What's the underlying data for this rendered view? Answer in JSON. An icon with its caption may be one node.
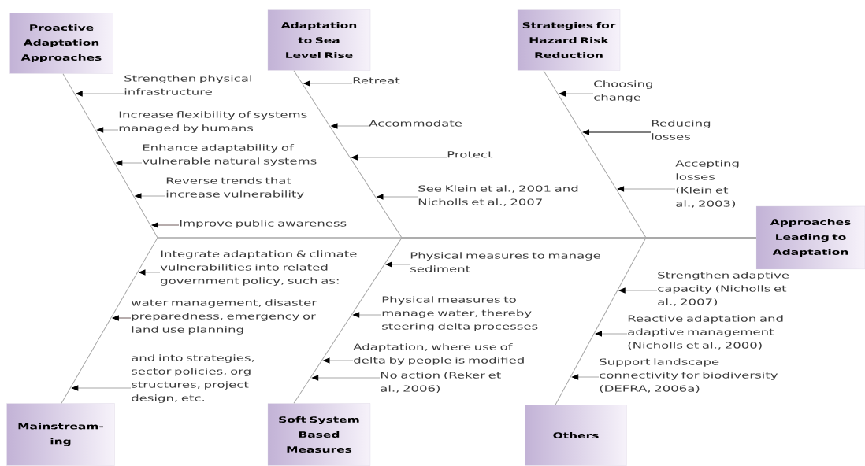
{
  "diagram": {
    "nodes": [
      {
        "text": [
          "Proactive Adaptation Approaches"
        ]
      },
      {
        "text": [
          "Strengthen physical infrastructure"
        ]
      },
      {
        "text": [
          "Increase flexibility of systems managed by humans"
        ]
      },
      {
        "text": [
          "Enhance adaptability of vulnerable natural systems"
        ]
      },
      {
        "text": [
          "Reverse trends that increase vulnerability"
        ]
      },
      {
        "text": [
          "Improve public awareness"
        ]
      },
      {
        "text": [
          "Adaptation to Sea Level Rise"
        ]
      },
      {
        "text": [
          "Retreat"
        ]
      },
      {
        "text": [
          "Accommodate"
        ]
      },
      {
        "text": [
          "Protect"
        ]
      },
      {
        "text": [
          "See Klein et al., 2001 and Nicholls et al., 2007"
        ]
      },
      {
        "text": [
          "Strategies for Hazard Risk Reduction"
        ]
      },
      {
        "text": [
          "Choosing change"
        ]
      },
      {
        "text": [
          "Reducing losses"
        ]
      },
      {
        "text": [
          "Accepting losses (Klein et al., 2003)"
        ]
      },
      {
        "text": [
          "Approaches Leading to Adaptation"
        ]
      },
      {
        "text": [
          "Mainstream-ing"
        ]
      },
      {
        "text": [
          "Integrate adaptation & climate vulnerabilities into related government policy, such as:"
        ]
      },
      {
        "text": [
          "water management, disaster preparedness, emergency or land use planning"
        ]
      },
      {
        "text": [
          "and into strategies, sector policies, org structures, project design, etc."
        ]
      },
      {
        "text": [
          "Soft System Based Measures"
        ]
      },
      {
        "text": [
          "Physical measures to manage sediment"
        ]
      },
      {
        "text": [
          "Physical measures to manage water, thereby steering delta processes"
        ]
      },
      {
        "text": [
          "Adaptation, where use of delta by people is modified"
        ]
      },
      {
        "text": [
          "No action (Reker et al., 2006)"
        ]
      },
      {
        "text": [
          "Others"
        ]
      },
      {
        "text": [
          "Strengthen adaptive capacity (Nicholls et al., 2007)"
        ]
      },
      {
        "text": [
          "Reactive adaptation and adaptive management (Nicholls et al., 2000)"
        ]
      },
      {
        "text": [
          "Support landscape connectivity for biodiversity (DEFRA, 2006a)"
        ]
      }
    ],
    "edges": [
      {
        "from": 0,
        "to": 15,
        "arrow": "none"
      },
      {
        "from": 6,
        "to": 15,
        "arrow": "none"
      },
      {
        "from": 11,
        "to": 15,
        "arrow": "none"
      },
      {
        "from": 16,
        "to": 15,
        "arrow": "none"
      },
      {
        "from": 20,
        "to": 15,
        "arrow": "none"
      },
      {
        "from": 25,
        "to": 15,
        "arrow": "none"
      },
      {
        "from": 1,
        "to": null,
        "arrow": "to"
      },
      {
        "from": 2,
        "to": null,
        "arrow": "to"
      },
      {
        "from": 3,
        "to": null,
        "arrow": "to"
      },
      {
        "from": 4,
        "to": null,
        "arrow": "to"
      },
      {
        "from": 5,
        "to": null,
        "arrow": "to",
        "color": "#6e5a5a"
      },
      {
        "from": 7,
        "to": null,
        "arrow": "to"
      },
      {
        "from": 8,
        "to": null,
        "arrow": "to"
      },
      {
        "from": 9,
        "to": null,
        "arrow": "to"
      },
      {
        "from": 10,
        "to": null,
        "arrow": "to"
      },
      {
        "from": 12,
        "to": null,
        "arrow": "to"
      },
      {
        "from": 13,
        "to": null,
        "arrow": "to",
        "color": "#000000"
      },
      {
        "from": 14,
        "to": null,
        "arrow": "to"
      },
      {
        "from": 17,
        "to": null,
        "arrow": "to"
      },
      {
        "from": 18,
        "to": null,
        "arrow": "to",
        "color": "#6e5a5a"
      },
      {
        "from": 19,
        "to": null,
        "arrow": "to"
      },
      {
        "from": 21,
        "to": null,
        "arrow": "to"
      },
      {
        "from": 22,
        "to": null,
        "arrow": "to"
      },
      {
        "from": 23,
        "to": null,
        "arrow": "to"
      },
      {
        "from": 24,
        "to": null,
        "arrow": "to"
      },
      {
        "from": 26,
        "to": null,
        "arrow": "to"
      },
      {
        "from": 27,
        "to": null,
        "arrow": "to"
      },
      {
        "from": 28,
        "to": null,
        "arrow": "to"
      }
    ]
  }
}
